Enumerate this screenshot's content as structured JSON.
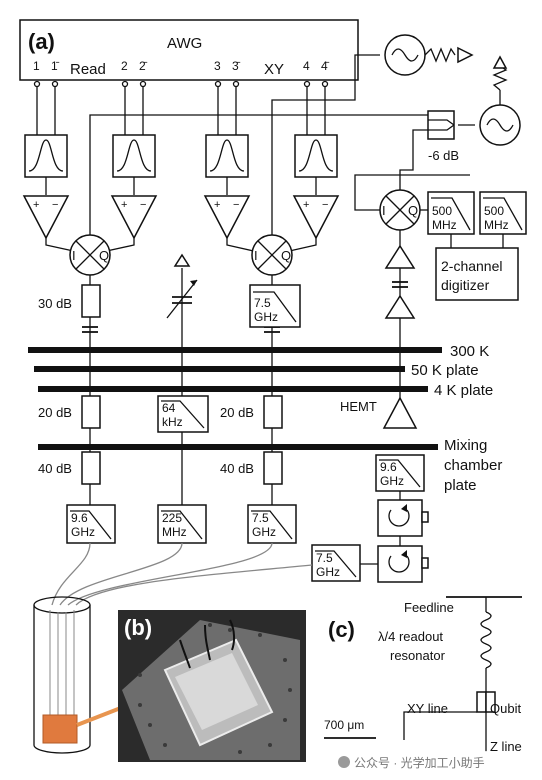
{
  "panels": {
    "a": "(a)",
    "b": "(b)",
    "c": "(c)"
  },
  "awg": {
    "title": "AWG",
    "read_label": "Read",
    "xy_label": "XY",
    "ports": [
      "1",
      "1̄",
      "2",
      "2̄",
      "3",
      "3̄",
      "4",
      "4̄"
    ]
  },
  "attenuators": {
    "a30": "30 dB",
    "a20_left": "20 dB",
    "a20_right": "20 dB",
    "a40_left": "40 dB",
    "a40_right": "40 dB",
    "splitter": "-6 dB"
  },
  "filters": {
    "f75_top": [
      "7.5",
      "GHz"
    ],
    "f64k": [
      "64",
      "kHz"
    ],
    "f96_left": [
      "9.6",
      "GHz"
    ],
    "f225": [
      "225",
      "MHz"
    ],
    "f75_mid": [
      "7.5",
      "GHz"
    ],
    "f96_right": [
      "9.6",
      "GHz"
    ],
    "f75_bottom": [
      "7.5",
      "GHz"
    ],
    "lp500_a": [
      "500",
      "MHz"
    ],
    "lp500_b": [
      "500",
      "MHz"
    ]
  },
  "stages": {
    "k300": "300 K",
    "k50": "50 K plate",
    "k4": "4 K plate",
    "mixing": [
      "Mixing",
      "chamber",
      "plate"
    ]
  },
  "amplifiers": {
    "hemt": "HEMT"
  },
  "mixer_ports": {
    "i": "I",
    "q": "Q",
    "plus": "+",
    "minus": "−"
  },
  "digitizer": [
    "2-channel",
    "digitizer"
  ],
  "panel_c": {
    "feedline": "Feedline",
    "resonator": [
      "λ/4 readout",
      "resonator"
    ],
    "xy_line": "XY line",
    "qubit": "Qubit",
    "z_line": "Z line",
    "scale": "700 μm"
  },
  "watermark": "公众号 · 光学加工小助手"
}
